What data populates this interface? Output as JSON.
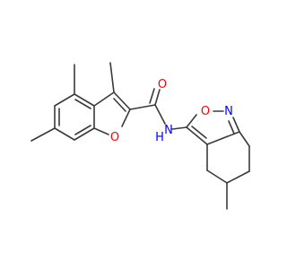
{
  "molecule": {
    "colors": {
      "bond": "#3a3a3a",
      "oxygen": "#ff0000",
      "nitrogen": "#0000ff",
      "background": "#ffffff"
    },
    "atom_labels": {
      "carbonyl_oxygen": "O",
      "furan_oxygen": "O",
      "amide_nitrogen": "N",
      "amide_hydrogen": "H",
      "isoxazole_oxygen": "O",
      "isoxazole_nitrogen": "N"
    }
  }
}
